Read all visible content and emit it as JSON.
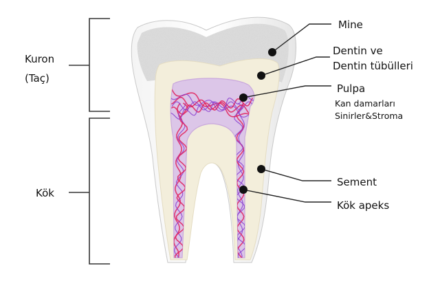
{
  "labels": {
    "kuron_line1": "Kuron",
    "kuron_line2": "(Taç)",
    "kok": "Kök",
    "mine": "Mine",
    "dentin_line1": "Dentin ve",
    "dentin_line2": "Dentin tübülleri",
    "pulpa": "Pulpa",
    "pulpa_sub1": "Kan damarları",
    "pulpa_sub2": "Sinirler&Stroma",
    "sement": "Sement",
    "kok_apeks": "Kök apeks"
  },
  "colors": {
    "enamel": "#dcdcdc",
    "dentin": "#f3eedb",
    "pulp": "#dcc6e8",
    "vessel_red": "#e0205a",
    "nerve_purple": "#8a3fd0",
    "cementum": "#ececec"
  }
}
